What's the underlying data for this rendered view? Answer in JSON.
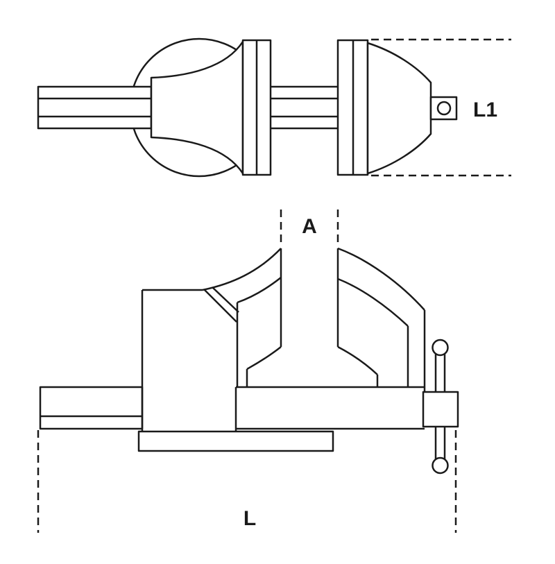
{
  "diagram": {
    "labels": {
      "l1": "L1",
      "a": "A",
      "l": "L"
    },
    "colors": {
      "line": "#1a1a1a",
      "background": "#ffffff"
    }
  }
}
